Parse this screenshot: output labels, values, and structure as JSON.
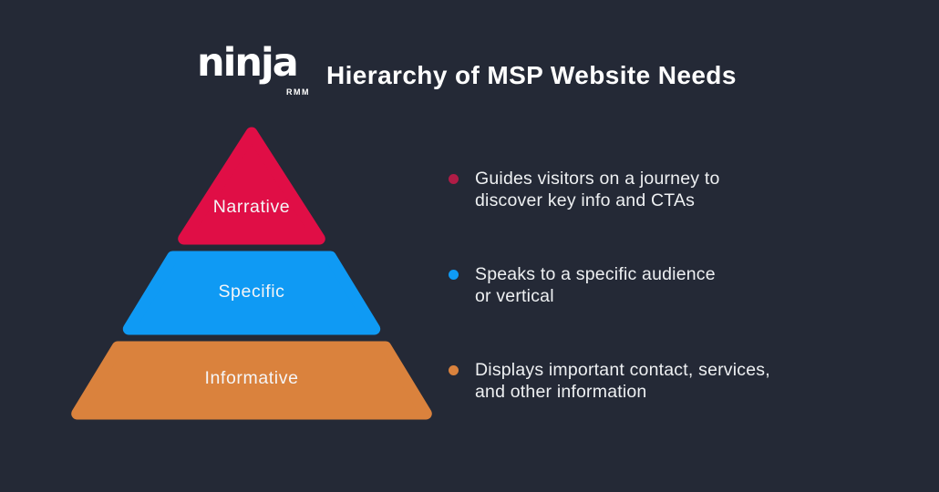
{
  "colors": {
    "background": "#242936",
    "narrative": "#E00E46",
    "specific": "#0F9AF4",
    "informative": "#DA823D",
    "narrative_dot": "#B01C46",
    "specific_dot": "#0F9AF4",
    "informative_dot": "#DA823D",
    "text": "#EEF0F2"
  },
  "header": {
    "logo": {
      "brand": "ninja",
      "sub": "RMM"
    },
    "title": "Hierarchy of MSP Website Needs"
  },
  "pyramid": {
    "levels": [
      {
        "label": "Narrative",
        "color": "#E00E46"
      },
      {
        "label": "Specific",
        "color": "#0F9AF4"
      },
      {
        "label": "Informative",
        "color": "#DA823D"
      }
    ]
  },
  "bullets": [
    {
      "dot_color": "#B01C46",
      "lines": [
        "Guides visitors on a journey to",
        "discover key info and CTAs"
      ]
    },
    {
      "dot_color": "#0F9AF4",
      "lines": [
        "Speaks to a specific audience",
        "or vertical"
      ]
    },
    {
      "dot_color": "#DA823D",
      "lines": [
        "Displays important contact, services,",
        "and other information"
      ]
    }
  ]
}
